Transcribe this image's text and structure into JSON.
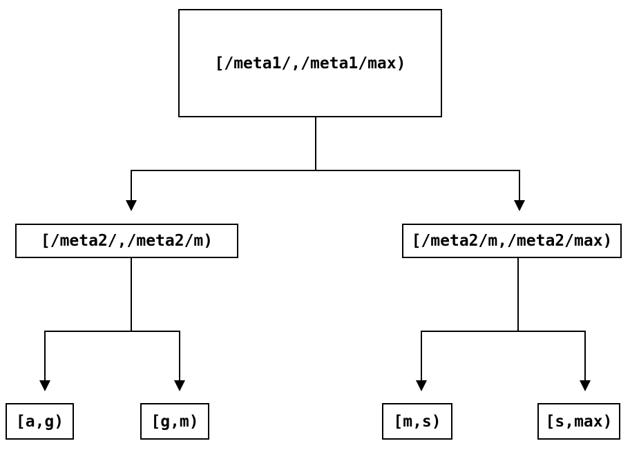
{
  "diagram": {
    "type": "tree",
    "nodes": {
      "root": {
        "label": "[/meta1/,/meta1/max)"
      },
      "left": {
        "label": "[/meta2/,/meta2/m)"
      },
      "right": {
        "label": "[/meta2/m,/meta2/max)"
      },
      "leaf_ag": {
        "label": "[a,g)"
      },
      "leaf_gm": {
        "label": "[g,m)"
      },
      "leaf_ms": {
        "label": "[m,s)"
      },
      "leaf_smax": {
        "label": "[s,max)"
      }
    },
    "edges": [
      {
        "from": "root",
        "to": "left"
      },
      {
        "from": "root",
        "to": "right"
      },
      {
        "from": "left",
        "to": "leaf_ag"
      },
      {
        "from": "left",
        "to": "leaf_gm"
      },
      {
        "from": "right",
        "to": "leaf_ms"
      },
      {
        "from": "right",
        "to": "leaf_smax"
      }
    ],
    "colors": {
      "background": "#ffffff",
      "line": "#000000",
      "text": "#000000",
      "node_fill": "#ffffff"
    }
  }
}
